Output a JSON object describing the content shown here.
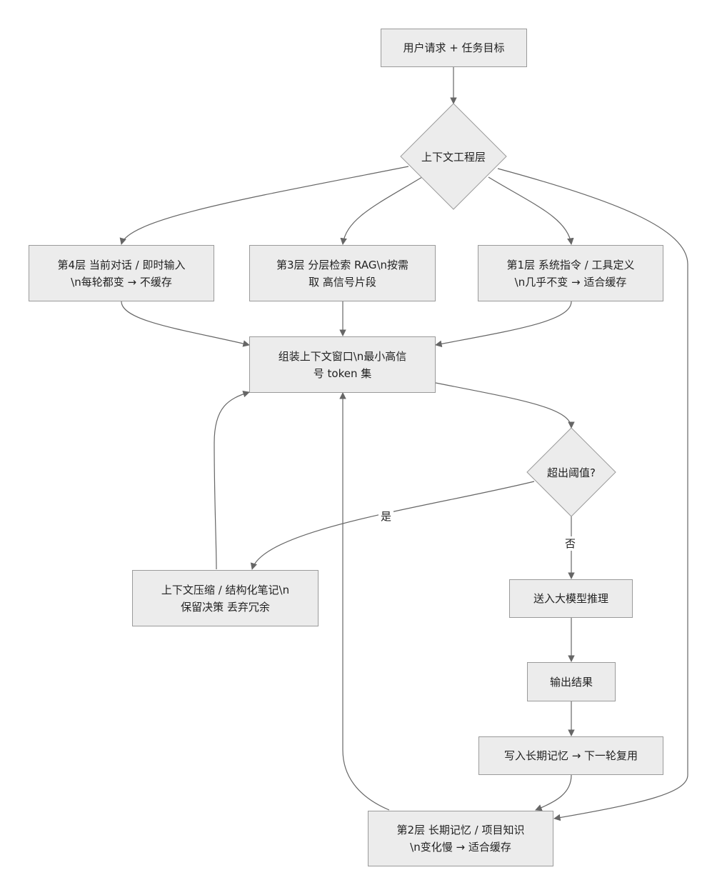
{
  "nodes": {
    "user_request": "用户请求 + 任务目标",
    "context_layer": "上下文工程层",
    "layer4": "第4层 当前对话 / 即时输入\n\\n每轮都变 → 不缓存",
    "layer3": "第3层 分层检索 RAG\\n按需\n取 高信号片段",
    "layer1": "第1层 系统指令 / 工具定义\n\\n几乎不变 → 适合缓存",
    "assemble": "组装上下文窗口\\n最小高信\n号 token 集",
    "threshold": "超出阈值?",
    "compress": "上下文压缩 / 结构化笔记\\n\n保留决策 丢弃冗余",
    "infer": "送入大模型推理",
    "output": "输出结果",
    "write_memory": "写入长期记忆 → 下一轮复用",
    "layer2": "第2层 长期记忆 / 项目知识\n\\n变化慢 → 适合缓存"
  },
  "edge_labels": {
    "yes": "是",
    "no": "否"
  },
  "colors": {
    "node_fill": "#ececec",
    "node_border": "#9a9a9a",
    "edge": "#666666"
  }
}
